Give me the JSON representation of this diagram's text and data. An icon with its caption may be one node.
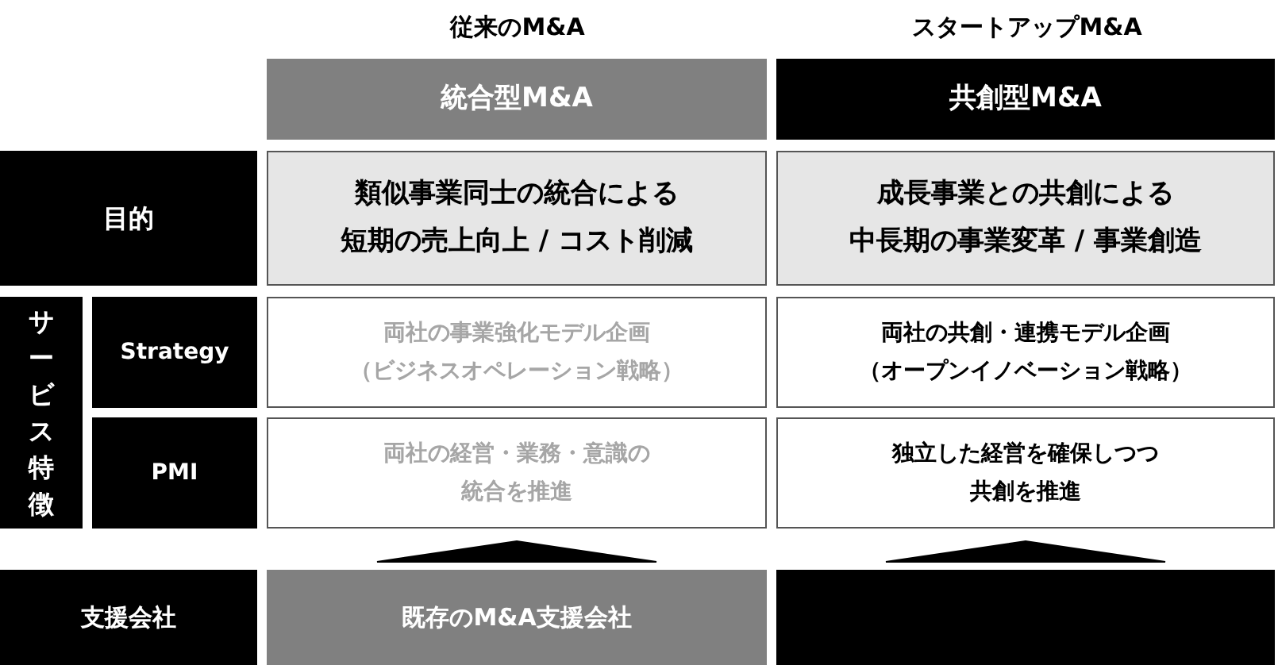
{
  "diagram": {
    "nodes": [
      {
        "text": [
          "統合型M&A"
        ],
        "beside": [
          "従来のM&A"
        ]
      },
      {
        "text": [
          "共創型M&A"
        ],
        "beside": [
          "スタートアップM&A"
        ]
      },
      {
        "text": [
          "目的"
        ]
      },
      {
        "text": [
          "類似事業同士の統合による短期の売上向上 / コスト削減"
        ]
      },
      {
        "text": [
          "成長事業との共創による中長期の事業変革 / 事業創造"
        ]
      },
      {
        "text": [
          "サービス特徴"
        ]
      },
      {
        "text": [
          "Strategy"
        ]
      },
      {
        "text": [
          "両社の事業強化モデル企画（ビジネスオペレーション戦略）"
        ]
      },
      {
        "text": [
          "両社の共創・連携モデル企画（オープンイノベーション戦略）"
        ]
      },
      {
        "text": [
          "PMI"
        ]
      },
      {
        "text": [
          "両社の経営・業務・意識の統合を推進"
        ]
      },
      {
        "text": [
          "独立した経営を確保しつつ共創を推進"
        ]
      },
      {
        "text": [
          "支援会社"
        ]
      },
      {
        "text": [
          "既存のM&A支援会社"
        ]
      },
      {
        "text": [],
        "shape": "box"
      }
    ],
    "edges": [
      {
        "from": 13,
        "to": 10,
        "arrow": "to"
      },
      {
        "from": 14,
        "to": 11,
        "arrow": "to"
      }
    ]
  }
}
